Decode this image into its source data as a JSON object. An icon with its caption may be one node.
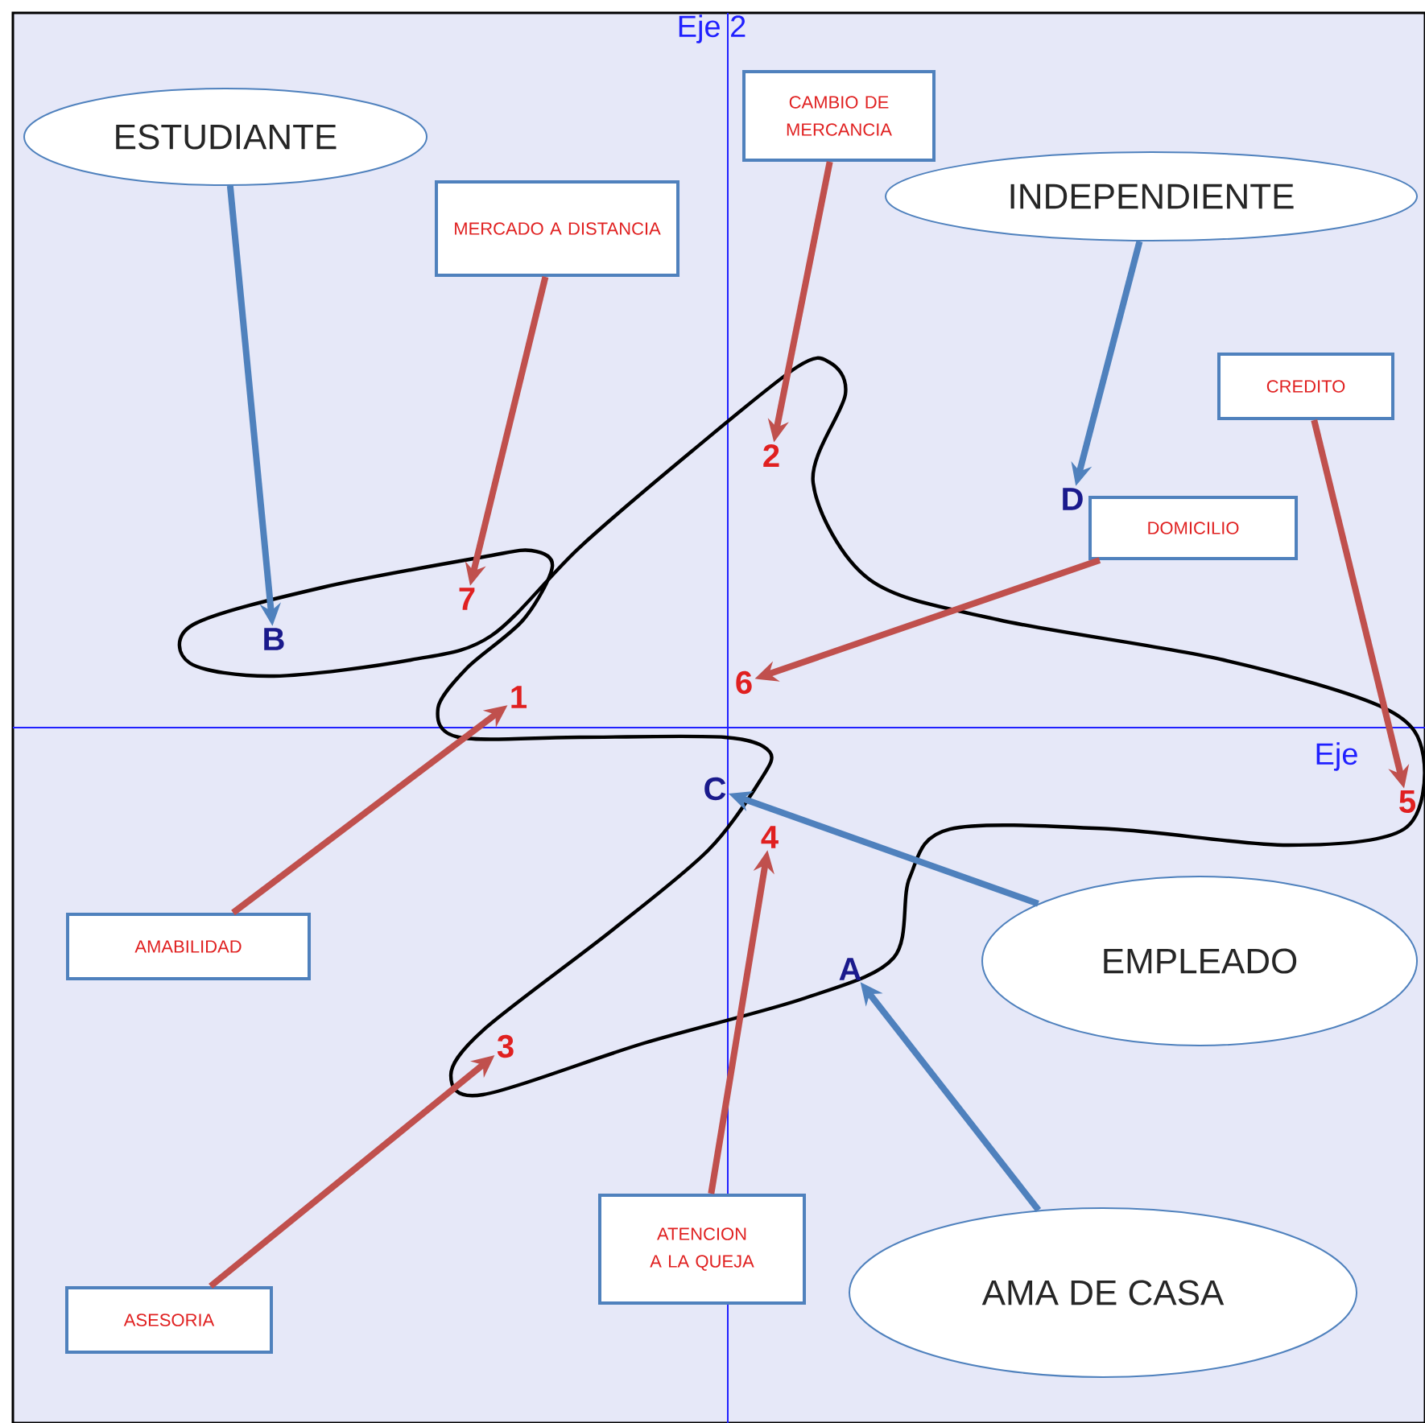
{
  "diagram": {
    "nodes": [
      {
        "text": [
          "ESTUDIANTE"
        ]
      },
      {
        "text": [
          "CAMBIO DE MERCANCIA"
        ]
      },
      {
        "text": [
          "INDEPENDIENTE"
        ]
      },
      {
        "text": [
          "MERCADO A DISTANCIA"
        ]
      },
      {
        "text": [
          "CREDITO"
        ]
      },
      {
        "text": [
          "2"
        ]
      },
      {
        "text": [
          "D"
        ]
      },
      {
        "text": [
          "DOMICILIO"
        ]
      },
      {
        "text": [
          "7"
        ]
      },
      {
        "text": [
          "B"
        ]
      },
      {
        "text": [
          "6"
        ]
      },
      {
        "text": [
          "1"
        ]
      },
      {
        "text": [
          "5"
        ]
      },
      {
        "text": [
          "C"
        ]
      },
      {
        "text": [
          "4"
        ]
      },
      {
        "text": [
          "AMABILIDAD"
        ]
      },
      {
        "text": [
          "EMPLEADO"
        ]
      },
      {
        "text": [
          "A"
        ]
      },
      {
        "text": [
          "3"
        ]
      },
      {
        "text": [
          "ATENCION A LA QUEJA"
        ]
      },
      {
        "text": [
          "AMA DE CASA"
        ]
      },
      {
        "text": [
          "ASESORIA"
        ]
      }
    ],
    "edges": [
      {
        "from": 0,
        "to": 9,
        "arrow": "to",
        "color": "#4f81bd"
      },
      {
        "from": 3,
        "to": 8,
        "arrow": "to"
      },
      {
        "from": 1,
        "to": 5,
        "arrow": "to"
      },
      {
        "from": 2,
        "to": 6,
        "arrow": "to",
        "color": "#4f81bd"
      },
      {
        "from": 4,
        "to": 12,
        "arrow": "to"
      },
      {
        "from": 7,
        "to": 10,
        "arrow": "to"
      },
      {
        "from": 15,
        "to": 11,
        "arrow": "to"
      },
      {
        "from": 16,
        "to": 13,
        "arrow": "to",
        "color": "#4f81bd"
      },
      {
        "from": 19,
        "to": 14,
        "arrow": "to"
      },
      {
        "from": 21,
        "to": 18,
        "arrow": "to"
      },
      {
        "from": 20,
        "to": 17,
        "arrow": "to",
        "color": "#4f81bd"
      }
    ],
    "labels": [
      "Eje 2",
      "Eje"
    ]
  }
}
